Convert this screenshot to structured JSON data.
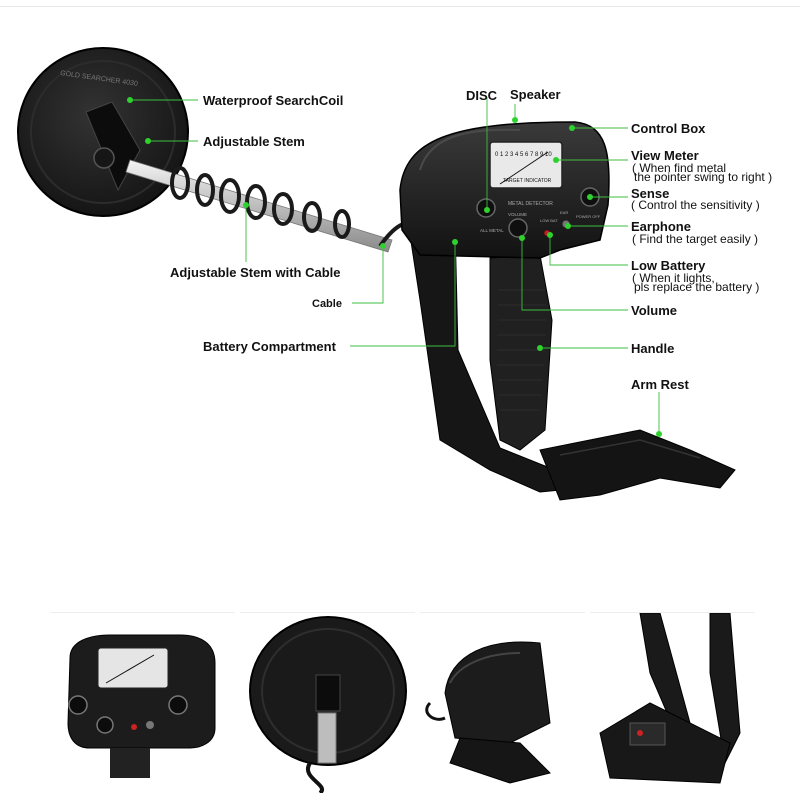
{
  "colors": {
    "callout_line": "#3dbd3d",
    "callout_dot": "#2fd12f",
    "device": "#1b1b1b",
    "shaft": "#c9c9c9"
  },
  "labels": {
    "searchcoil": "Waterproof SearchCoil",
    "stem": "Adjustable Stem",
    "stem_cable": "Adjustable Stem with Cable",
    "cable": "Cable",
    "battery_compartment": "Battery Compartment",
    "disc": "DISC",
    "speaker": "Speaker",
    "control_box": "Control Box",
    "view_meter": "View Meter",
    "view_meter_note1": "( When find metal",
    "view_meter_note2": "the pointer swing to right )",
    "sense": "Sense",
    "sense_note": "( Control the sensitivity )",
    "earphone": "Earphone",
    "earphone_note": "( Find the target easily )",
    "low_battery": "Low Battery",
    "low_battery_note1": "( When it lights,",
    "low_battery_note2": "pls replace the battery  )",
    "volume": "Volume",
    "handle": "Handle",
    "arm_rest": "Arm Rest"
  },
  "device_text": {
    "meter_scale": "0 1 2 3 4 5 6 7 8 9 10",
    "meter_caption": "TARGET INDICATOR",
    "brand": "METAL DETECTOR",
    "volume_knob": "VOLUME",
    "all_metal": "ALL METAL",
    "low_bat": "LOW BAT",
    "ear": "EAR",
    "power_off": "POWER OFF",
    "coil_text": "GOLD SEARCHER 4030"
  },
  "icons": [
    "callout-dot-icon"
  ]
}
